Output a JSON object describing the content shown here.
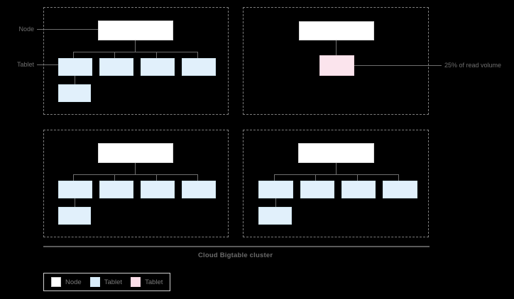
{
  "diagram": {
    "title": "Cloud Bigtable cluster",
    "background_color": "#000000",
    "annotations": {
      "node_label": "Node",
      "tablet_label": "Tablet",
      "read_volume_label": "25% of read volume"
    },
    "colors": {
      "node_fill": "#ffffff",
      "tablet_fill": "#e1f0fb",
      "hot_tablet_fill": "#fbe4ed",
      "connector": "#6e6e6e",
      "panel_border": "#7d7d7d",
      "text": "#6f6f6f"
    },
    "panels": [
      {
        "id": "panel-top-left",
        "node_count": 1,
        "tablet_count": 5,
        "hot_tablet_count": 0
      },
      {
        "id": "panel-top-right",
        "node_count": 1,
        "tablet_count": 0,
        "hot_tablet_count": 1
      },
      {
        "id": "panel-bottom-left",
        "node_count": 1,
        "tablet_count": 5,
        "hot_tablet_count": 0
      },
      {
        "id": "panel-bottom-right",
        "node_count": 1,
        "tablet_count": 5,
        "hot_tablet_count": 0
      }
    ]
  },
  "legend": {
    "items": [
      {
        "label": "Node",
        "swatch": "node-swatch"
      },
      {
        "label": "Tablet",
        "swatch": "tablet-swatch"
      },
      {
        "label": "Tablet",
        "swatch": "hot-tablet-swatch"
      }
    ]
  }
}
